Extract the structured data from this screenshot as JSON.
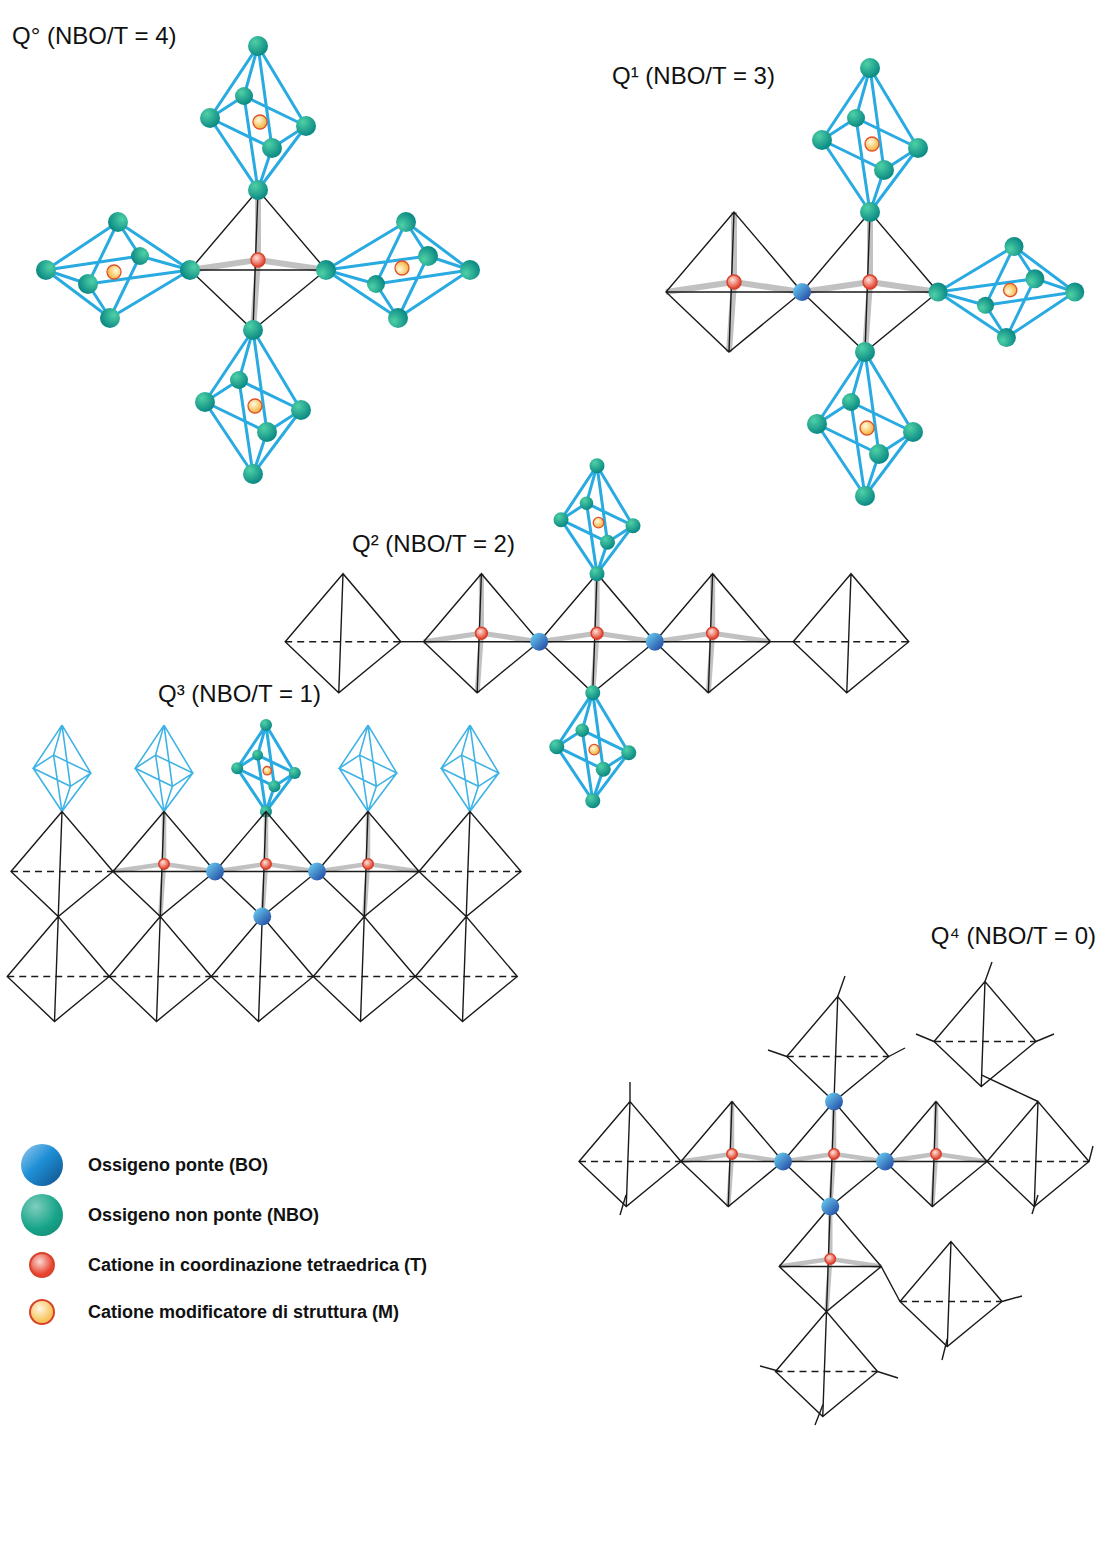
{
  "diagram": {
    "labels": [
      "Q° (NBO/T = 4)",
      "Q¹ (NBO/T = 3)",
      "Q² (NBO/T = 2)",
      "Q³ (NBO/T = 1)",
      "Q⁴ (NBO/T = 0)"
    ],
    "legend": [
      {
        "text": "Ossigeno ponte (BO)",
        "color": "#1e8fd6"
      },
      {
        "text": "Ossigeno non ponte (NBO)",
        "color": "#17a589"
      },
      {
        "text": "Catione in coordinazione tetraedrica (T)",
        "color": "#e8452f"
      },
      {
        "text": "Catione modificatore di struttura (M)",
        "color": "#f7c55a"
      }
    ]
  }
}
